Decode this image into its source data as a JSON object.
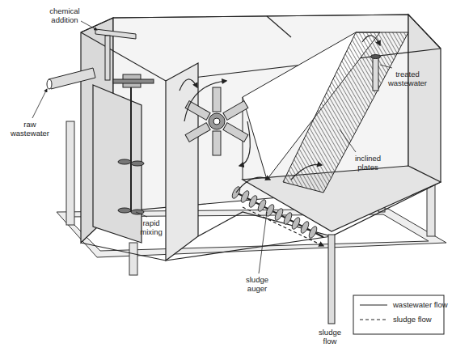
{
  "diagram": {
    "labels": [
      "chemical addition",
      "raw wastewater",
      "treated wastewater",
      "inclined plates",
      "rapid mixing",
      "sludge auger",
      "sludge flow"
    ],
    "legend": [
      {
        "text": "wastewater flow"
      },
      {
        "text": "sludge flow"
      }
    ]
  }
}
